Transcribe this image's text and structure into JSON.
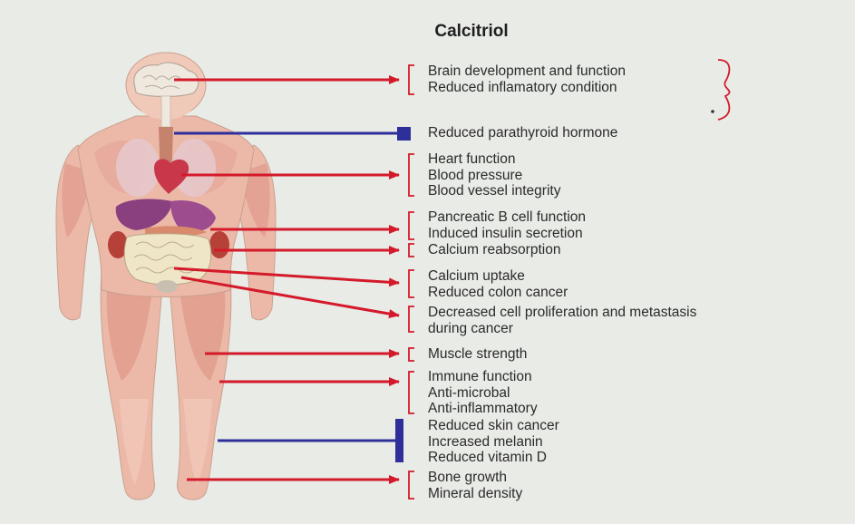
{
  "title": "Calcitriol",
  "colors": {
    "stimulate": "#d41a2a",
    "inhibit": "#2f2f9a",
    "skin": "#f2d2c2",
    "muscle": "#e8a498",
    "background": "#e9ebe7"
  },
  "effects": [
    {
      "lines": [
        "Brain development and function",
        "Reduced inflamatory condition"
      ],
      "type": "stimulate"
    },
    {
      "lines": [
        "Reduced parathyroid hormone"
      ],
      "type": "inhibit"
    },
    {
      "lines": [
        "Heart function",
        "Blood pressure",
        "Blood vessel integrity"
      ],
      "type": "stimulate"
    },
    {
      "lines": [
        "Pancreatic B cell function",
        "Induced insulin secretion"
      ],
      "type": "stimulate"
    },
    {
      "lines": [
        "Calcium reabsorption"
      ],
      "type": "stimulate"
    },
    {
      "lines": [
        "Calcium uptake",
        "Reduced colon cancer"
      ],
      "type": "stimulate"
    },
    {
      "lines": [
        "Decreased cell proliferation and metastasis",
        "during cancer"
      ],
      "type": "stimulate"
    },
    {
      "lines": [
        "Muscle strength"
      ],
      "type": "stimulate"
    },
    {
      "lines": [
        "Immune function",
        "Anti-microbal",
        "Anti-inflammatory"
      ],
      "type": "stimulate"
    },
    {
      "lines": [
        "Reduced skin cancer",
        "Increased melanin",
        "Reduced vitamin D"
      ],
      "type": "inhibit"
    },
    {
      "lines": [
        "Bone growth",
        "Mineral density"
      ],
      "type": "stimulate"
    }
  ]
}
